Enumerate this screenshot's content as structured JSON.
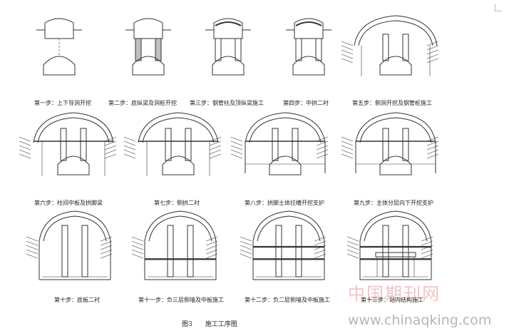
{
  "figure": {
    "caption": "图3　　施工工序图",
    "steps": [
      {
        "label": "第一步：上下导洞开挖"
      },
      {
        "label": "第二步：底纵梁及洞桩开挖"
      },
      {
        "label": "第三步：钢管柱及顶纵梁施工"
      },
      {
        "label": "第四步：中拱二衬"
      },
      {
        "label": "第五步：侧洞开挖及钢管桩施工"
      },
      {
        "label": "第六步：柱间中板及拱脚梁"
      },
      {
        "label": "第七步：侧拱二衬"
      },
      {
        "label": "第八步：拱脚土体拉槽开挖支护"
      },
      {
        "label": "第九步：主体分层向下开挖支护"
      },
      {
        "label": "第十步：底板二衬"
      },
      {
        "label": "第十一步：负三层侧墙及中板施工"
      },
      {
        "label": "第十二步：负二层侧墙及中板施工"
      },
      {
        "label": "第十三步：站内结构施工"
      }
    ]
  },
  "watermark": {
    "cn": "中国期刊网",
    "url": "www.chinaqking.com",
    "color": "#c83c3c"
  }
}
